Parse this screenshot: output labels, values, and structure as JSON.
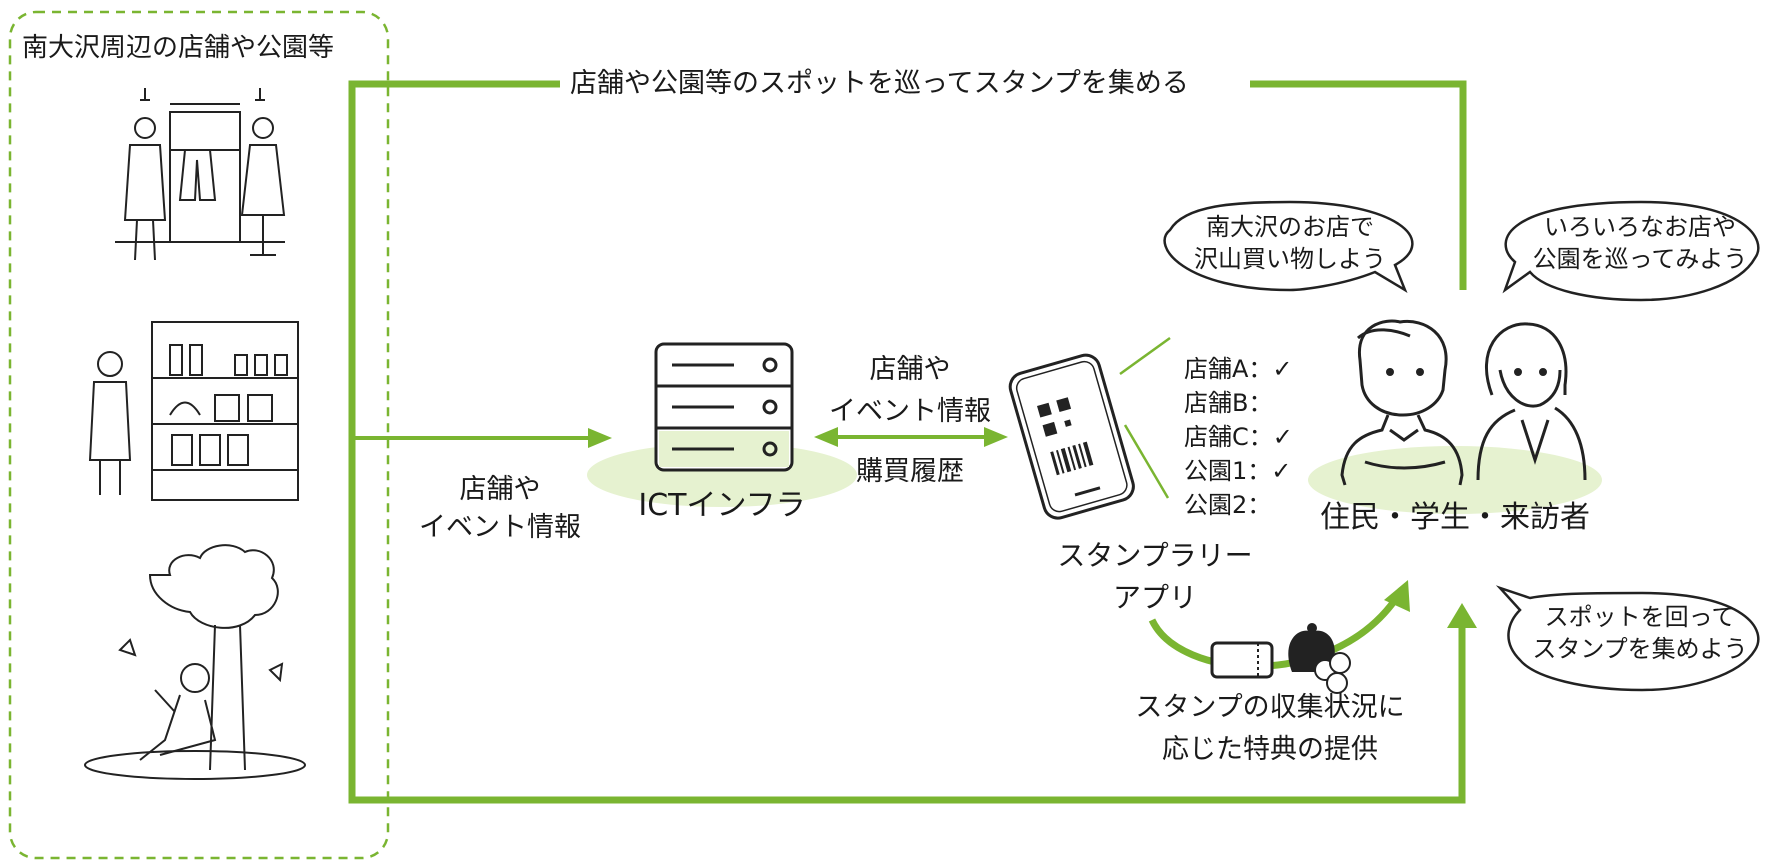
{
  "colors": {
    "accent": "#7ab531",
    "accent_light": "#e6f2d0",
    "ink": "#1a1a1a"
  },
  "area": {
    "title": "南大沢周辺の店舗や公園等"
  },
  "top_flow": {
    "label": "店舗や公園等のスポットを巡ってスタンプを集める"
  },
  "left_flow": {
    "line1": "店舗や",
    "line2": "イベント情報"
  },
  "infra": {
    "label": "ICTインフラ"
  },
  "exchange": {
    "line1": "店舗や",
    "line2": "イベント情報",
    "line3": "購買履歴"
  },
  "app": {
    "line1": "スタンプラリー",
    "line2": "アプリ",
    "checklist": [
      "店舗A：✓",
      "店舗B：",
      "店舗C：✓",
      "公園1：✓",
      "公園2："
    ]
  },
  "reward": {
    "line1": "スタンプの収集状況に",
    "line2": "応じた特典の提供"
  },
  "users": {
    "label": "住民・学生・来訪者"
  },
  "bubbles": {
    "shop": [
      "南大沢のお店で",
      "沢山買い物しよう"
    ],
    "visit": [
      "いろいろなお店や",
      "公園を巡ってみよう"
    ],
    "stamp": [
      "スポットを回って",
      "スタンプを集めよう"
    ]
  },
  "icons": [
    "clothing-store-icon",
    "grocery-clerk-icon",
    "reading-under-tree-icon",
    "server-icon",
    "smartphone-qr-icon",
    "ticket-icon",
    "coin-purse-icon",
    "man-arms-crossed-icon",
    "woman-thinking-icon"
  ]
}
